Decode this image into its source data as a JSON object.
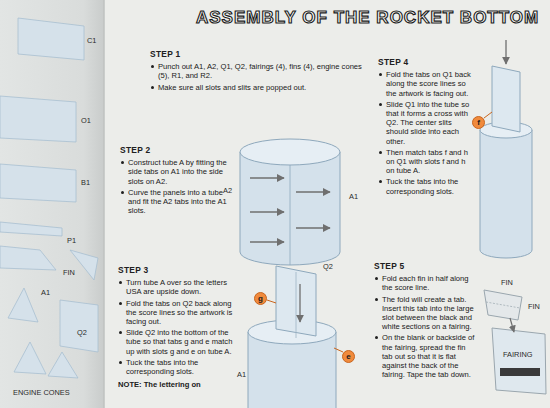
{
  "diagram": {
    "title": "ASSEMBLY OF THE ROCKET BOTTOM",
    "nodes": [
      {
        "text": [
          "g"
        ]
      },
      {
        "text": [
          "e"
        ]
      },
      {
        "text": [
          "f"
        ]
      }
    ],
    "labels": [
      "STEP 1",
      "Punch out A1, A2, Q1, Q2, fairings (4), fins (4), engine cones (5), R1, and R2.",
      "Make sure all slots and slits are popped out.",
      "STEP 2",
      "Construct tube A by fitting the side tabs on A1 into the side slots on A2.",
      "Curve the panels into a tube and fit the A2 tabs into the A1 slots.",
      "STEP 3",
      "Turn tube A over so the letters USA are upside down.",
      "Fold the tabs on Q2 back along the score lines so the artwork is facing out.",
      "Slide Q2 into the bottom of the tube so that tabs g and e match up with slots g and e on tube A.",
      "Tuck the tabs into the corresponding slots.",
      "NOTE: The lettering on",
      "STEP 4",
      "Fold the tabs on Q1 back along the score lines so the artwork is facing out.",
      "Slide Q1 into the tube so that it forms a cross with Q2. The center slits should slide into each other.",
      "Then match tabs f and h on Q1 with slots f and h on tube A.",
      "Tuck the tabs into the corresponding slots.",
      "STEP 5",
      "Fold each fin in half along the score line.",
      "The fold will create a tab. Insert this tab into the large slot between the black and white sections on a fairing.",
      "On the blank or backside of the fairing, spread the fin tab out so that it is flat against the back of the fairing. Tape the tab down.",
      "C1",
      "O1",
      "B1",
      "P1",
      "A1",
      "FIN",
      "Q2",
      "ENGINE CONES",
      "A2",
      "A1",
      "Q2",
      "A1",
      "FIN",
      "FAIRING",
      "FIN"
    ]
  }
}
